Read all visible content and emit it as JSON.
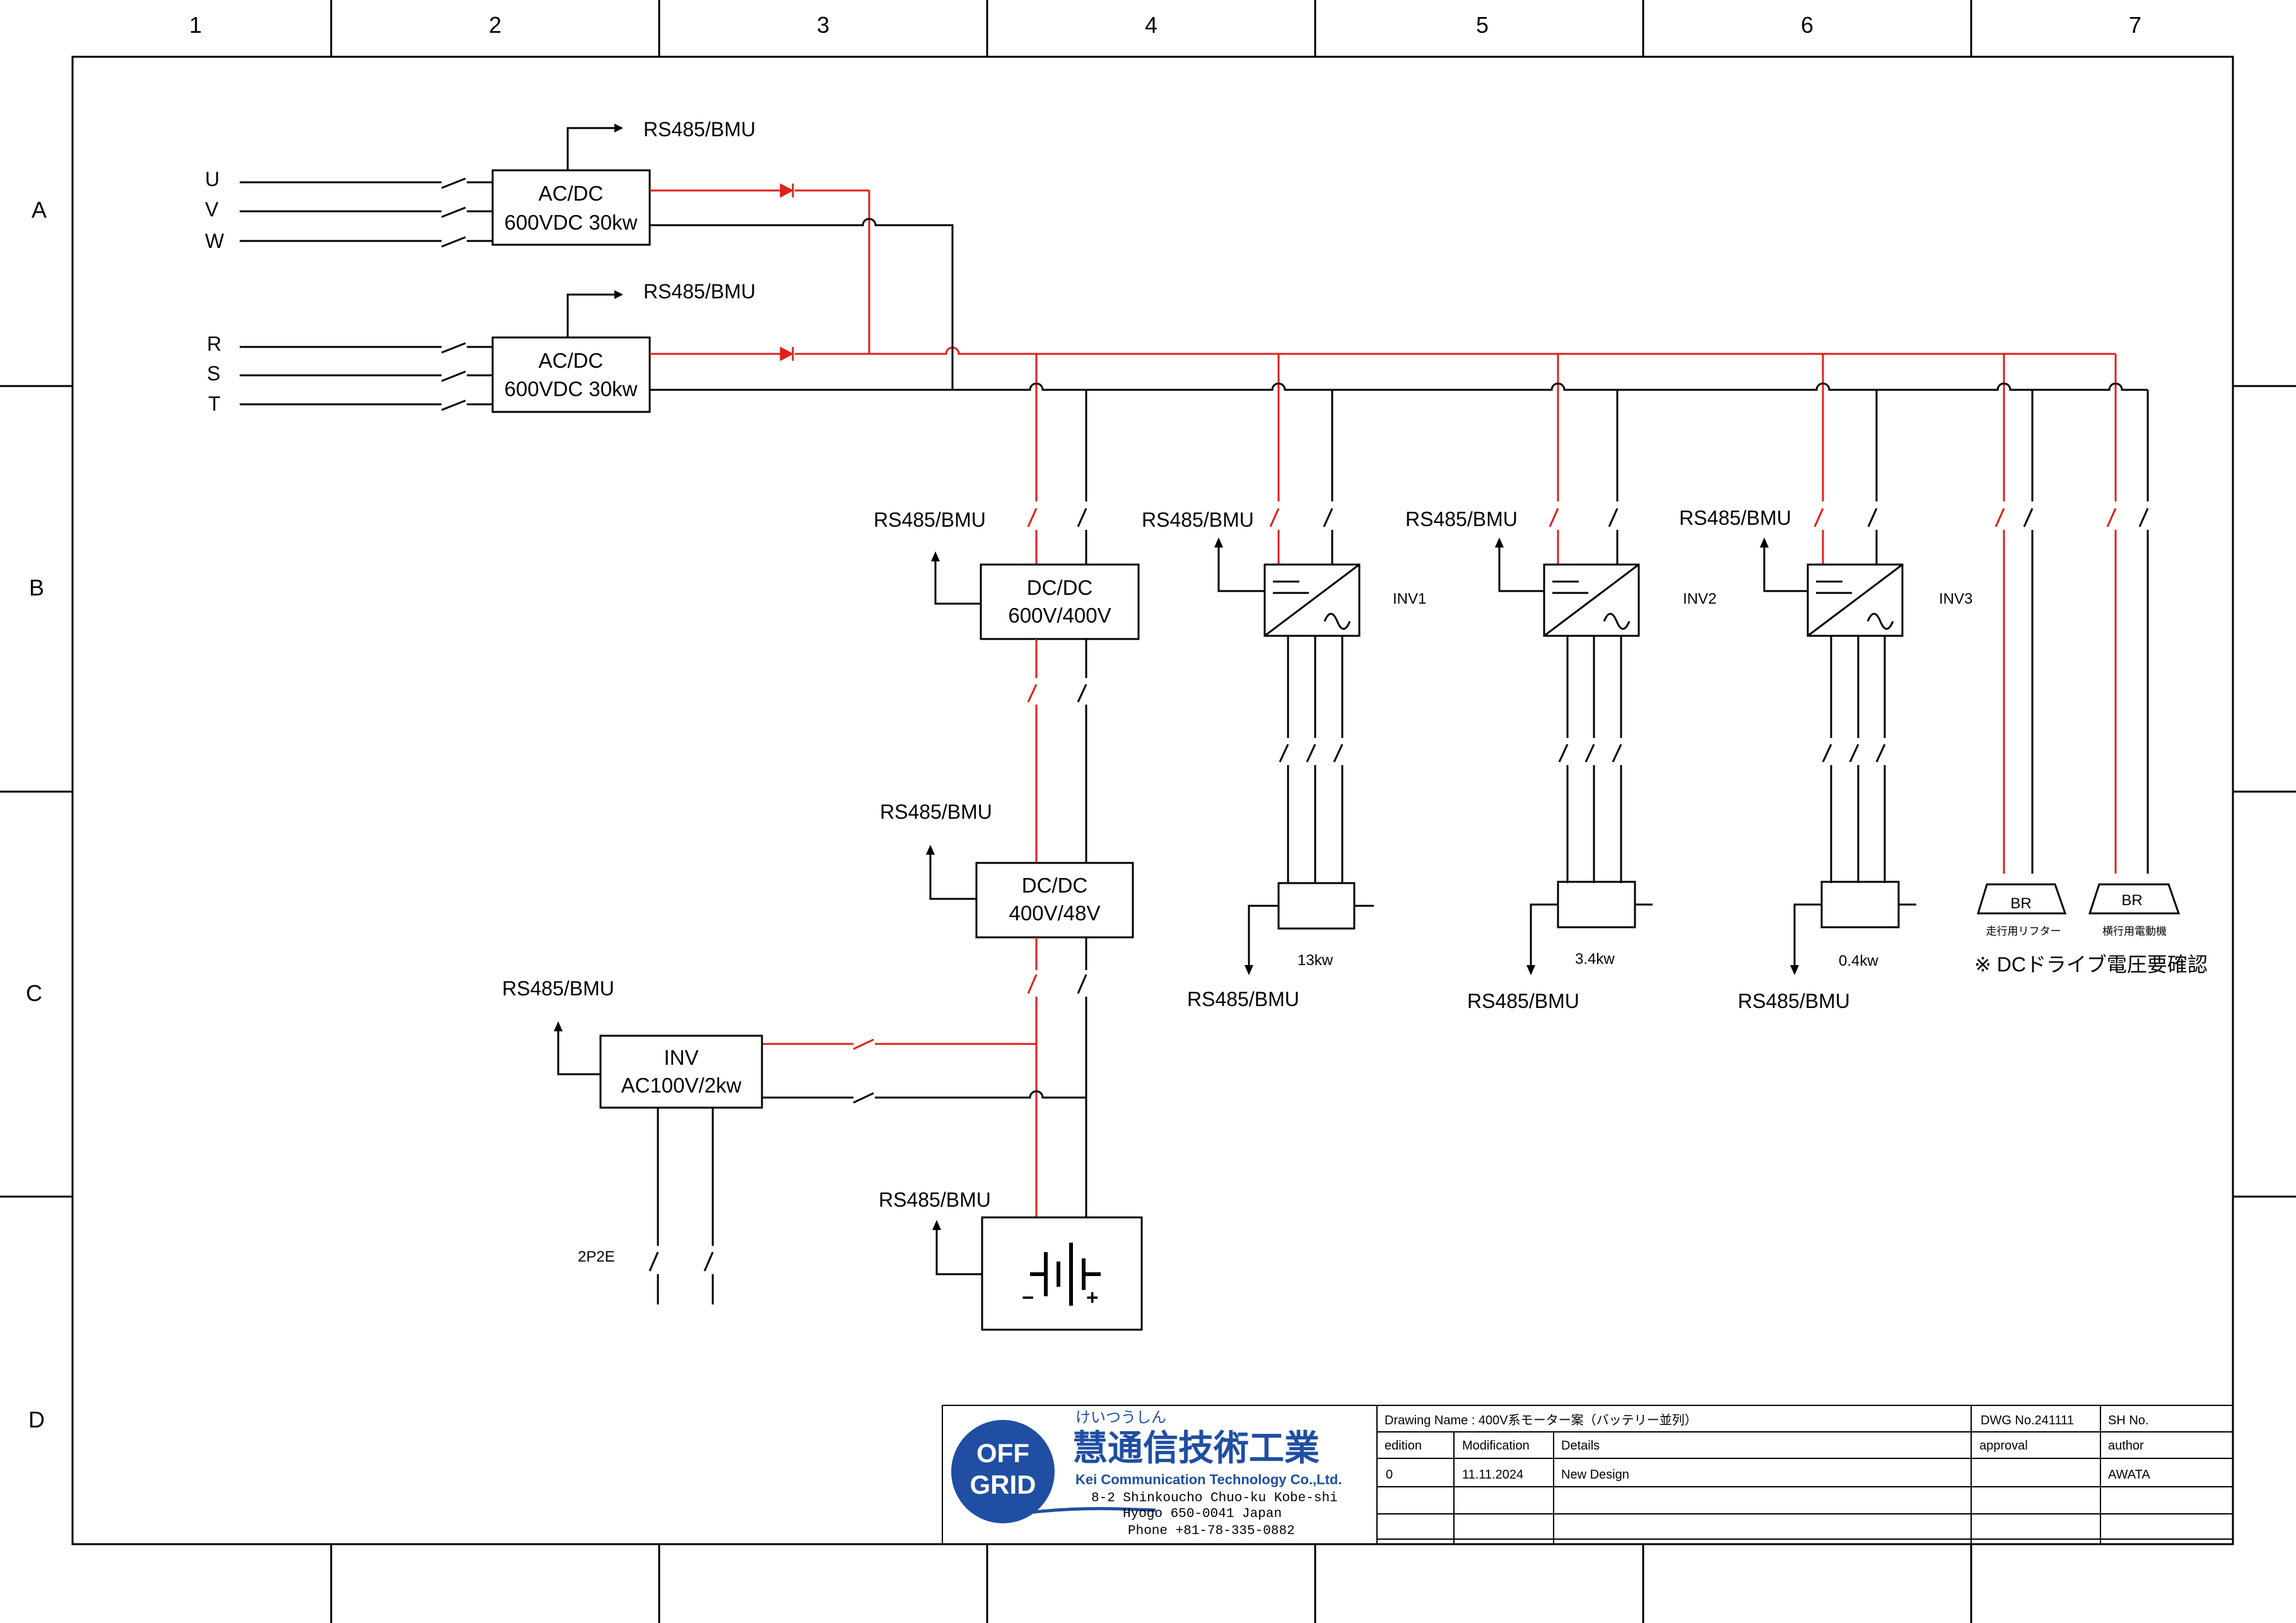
{
  "grid": {
    "cols": [
      "1",
      "2",
      "3",
      "4",
      "5",
      "6",
      "7"
    ],
    "rows": [
      "A",
      "B",
      "C",
      "D"
    ]
  },
  "inputs": {
    "group1": [
      "U",
      "V",
      "W"
    ],
    "group2": [
      "R",
      "S",
      "T"
    ]
  },
  "comm_label": "RS485/BMU",
  "acdc": {
    "title": "AC/DC",
    "rating": "600VDC 30kw"
  },
  "dcdc1": {
    "title": "DC/DC",
    "rating": "600V/400V"
  },
  "dcdc2": {
    "title": "DC/DC",
    "rating": "400V/48V"
  },
  "inv_ac": {
    "title": "INV",
    "rating": "AC100V/2kw"
  },
  "inverters": [
    {
      "name": "INV1",
      "motor_kw": "13kw"
    },
    {
      "name": "INV2",
      "motor_kw": "3.4kw"
    },
    {
      "name": "INV3",
      "motor_kw": "0.4kw"
    }
  ],
  "brakes": [
    {
      "label": "BR",
      "caption": "走行用リフター"
    },
    {
      "label": "BR",
      "caption": "横行用電動機"
    }
  ],
  "dc_note": "※ DCドライブ電圧要確認",
  "outlet": "2P2E",
  "battery": {
    "minus": "−",
    "plus": "+"
  },
  "title_block": {
    "ruby": "けいつうしん",
    "company_jp": "慧通信技術工業",
    "company_en": "Kei Communication Technology Co.,Ltd.",
    "address1": "8-2 Shinkoucho Chuo-ku Kobe-shi",
    "address2": "Hyogo 650-0041 Japan",
    "phone": "Phone +81-78-335-0882",
    "logo_top": "OFF",
    "logo_bottom": "GRID",
    "drawing_name": "Drawing Name : 400V系モーター案（バッテリー並列）",
    "dwg_no": "DWG No.241111",
    "sh_no": "SH No.",
    "h_edition": "edition",
    "h_modification": "Modification",
    "h_details": "Details",
    "h_approval": "approval",
    "h_author": "author",
    "edition": "0",
    "modification": "11.11.2024",
    "details": "New Design",
    "approval": "",
    "author": "AWATA"
  },
  "colors": {
    "line": "#000000",
    "dc_positive": "#e0201b",
    "logo_blue": "#1f4ea3"
  }
}
